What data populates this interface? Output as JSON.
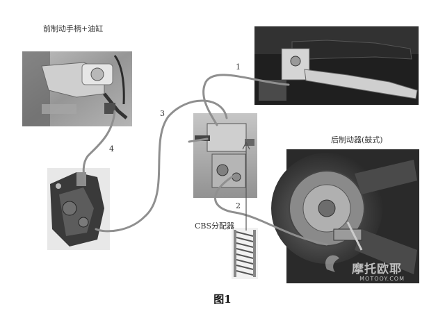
{
  "labels": {
    "front_lever": "前制动手柄+油缸",
    "rear_brake": "后制动器(鼓式)",
    "cbs": "CBS分配器"
  },
  "cable_numbers": {
    "n1": "1",
    "n2": "2",
    "n3": "3",
    "n4": "4"
  },
  "caption": "图1",
  "watermark": {
    "name": "摩托欧耶",
    "site": "MOTOOY.COM"
  }
}
